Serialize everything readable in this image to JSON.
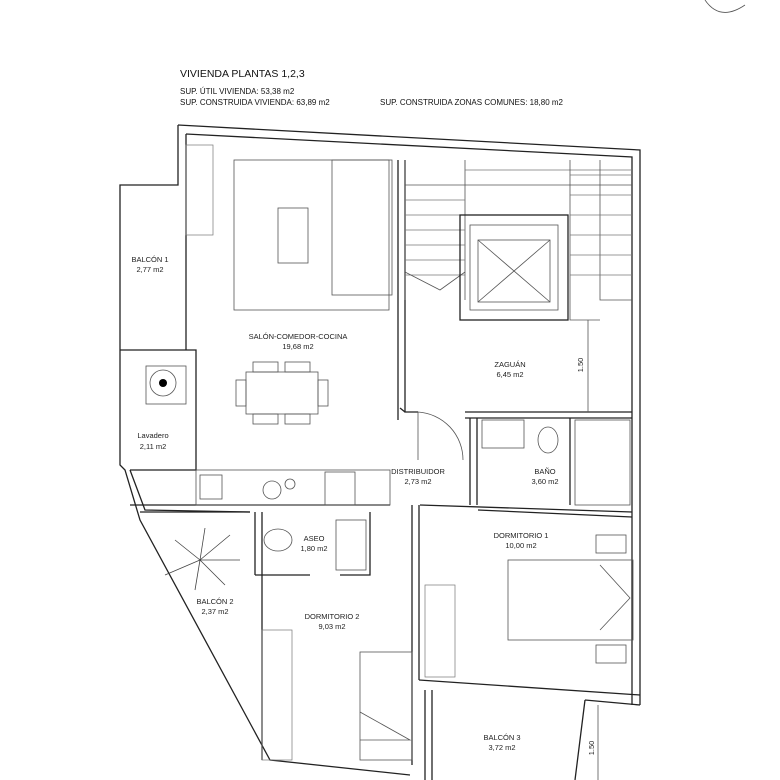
{
  "header": {
    "title": "VIVIENDA PLANTAS 1,2,3",
    "sup_util": "SUP. ÚTIL VIVIENDA: 53,38 m2",
    "sup_construida": "SUP. CONSTRUIDA VIVIENDA: 63,89 m2",
    "sup_comunes": "SUP. CONSTRUIDA ZONAS COMUNES: 18,80 m2"
  },
  "rooms": {
    "balcon1": {
      "name": "BALCÓN 1",
      "area": "2,77 m2"
    },
    "salon": {
      "name": "SALÓN-COMEDOR-COCINA",
      "area": "19,68 m2"
    },
    "zaguan": {
      "name": "ZAGUÁN",
      "area": "6,45 m2"
    },
    "lavadero": {
      "name": "Lavadero",
      "area": "2,11 m2"
    },
    "distribuidor": {
      "name": "DISTRIBUIDOR",
      "area": "2,73 m2"
    },
    "bano": {
      "name": "BAÑO",
      "area": "3,60 m2"
    },
    "aseo": {
      "name": "ASEO",
      "area": "1,80 m2"
    },
    "dormitorio1": {
      "name": "DORMITORIO 1",
      "area": "10,00 m2"
    },
    "balcon2": {
      "name": "BALCÓN 2",
      "area": "2,37 m2"
    },
    "dormitorio2": {
      "name": "DORMITORIO 2",
      "area": "9,03 m2"
    },
    "balcon3": {
      "name": "BALCÓN 3",
      "area": "3,72 m2"
    }
  },
  "dimensions": {
    "zaguan_width": "1.50",
    "balcon3_width": "1.50"
  }
}
